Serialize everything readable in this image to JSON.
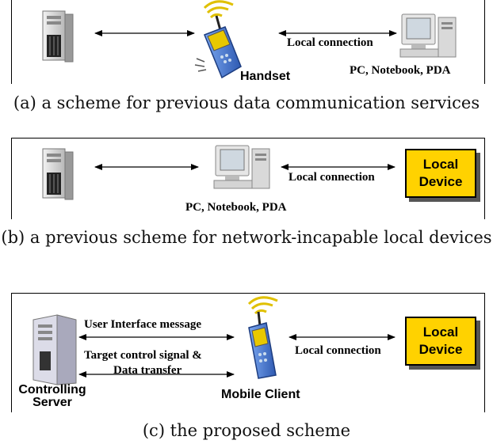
{
  "panel_a": {
    "arrow_label": "Local connection",
    "handset_label": "Handset",
    "pc_label": "PC, Notebook, PDA",
    "caption": "(a) a scheme for previous data communication services"
  },
  "panel_b": {
    "arrow_label": "Local connection",
    "pc_label": "PC, Notebook, PDA",
    "device_line1": "Local",
    "device_line2": "Device",
    "caption": "(b) a previous scheme for network-incapable local devices"
  },
  "panel_c": {
    "ui_message": "User Interface message",
    "target_control": "Target control signal &",
    "data_transfer": "Data transfer",
    "local_connection": "Local connection",
    "server_line1": "Controlling",
    "server_line2": "Server",
    "mobile_label": "Mobile Client",
    "device_line1": "Local",
    "device_line2": "Device",
    "caption": "(c) the proposed scheme"
  },
  "colors": {
    "device_fill": "#ffd200",
    "handset_body": "#4a7bd0",
    "handset_screen": "#e8c800",
    "signal_wave": "#e0c000"
  }
}
